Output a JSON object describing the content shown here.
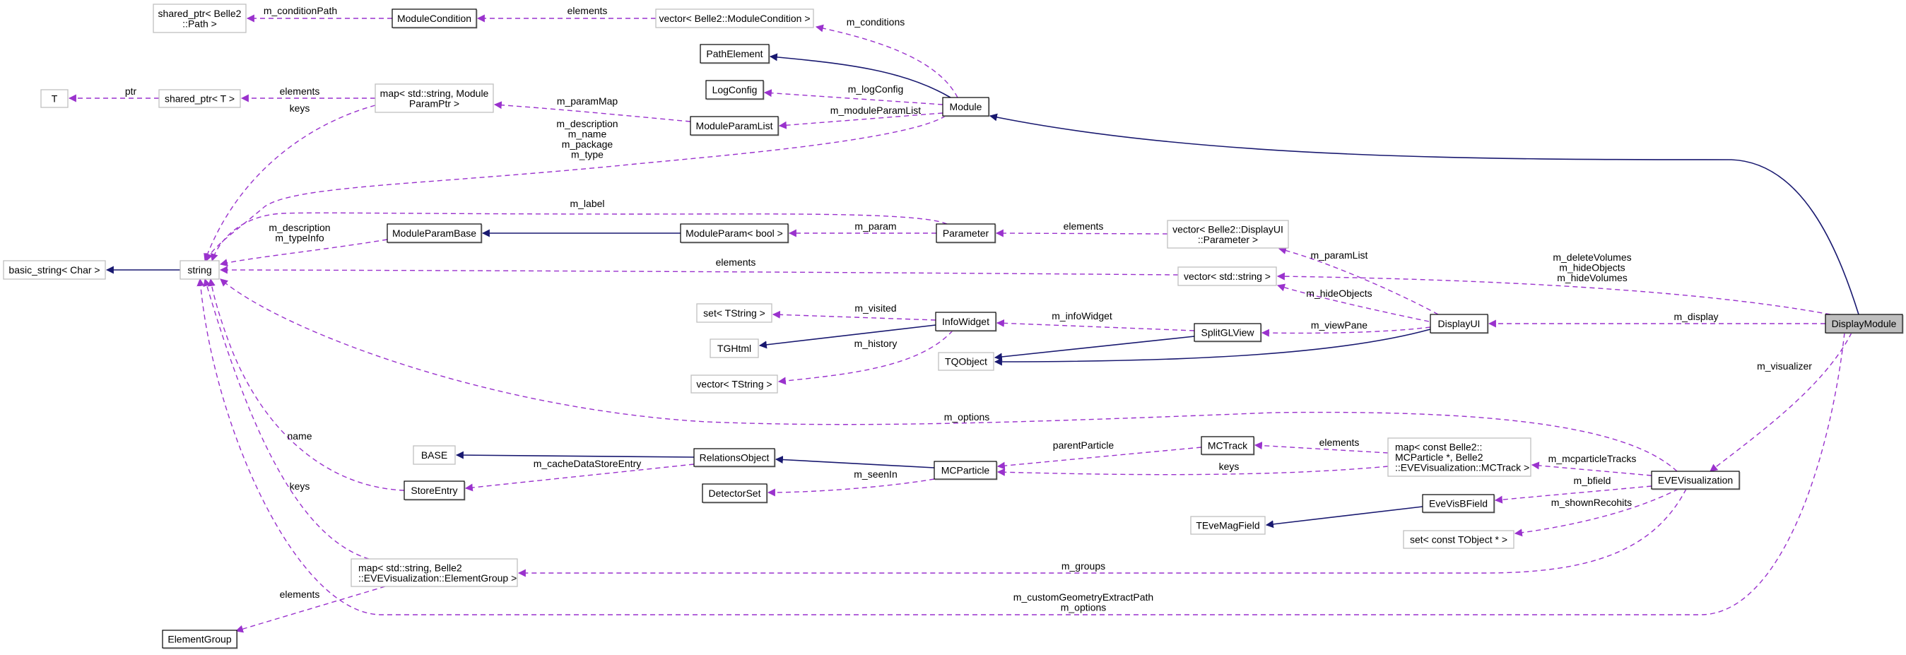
{
  "colors": {
    "usage": "#9a32cd",
    "inherit": "#191970",
    "documented_border": "#000000",
    "external_border": "#bfbfbf",
    "focus_fill": "#bfbfbf"
  },
  "nodes": [
    {
      "id": "shared_ptr_path",
      "lines": [
        "shared_ptr< Belle2",
        "::Path >"
      ],
      "style": "external"
    },
    {
      "id": "module_condition",
      "lines": [
        "ModuleCondition"
      ],
      "style": "documented"
    },
    {
      "id": "vector_module_condition",
      "lines": [
        "vector< Belle2::ModuleCondition >"
      ],
      "style": "external"
    },
    {
      "id": "path_element",
      "lines": [
        "PathElement"
      ],
      "style": "documented"
    },
    {
      "id": "log_config",
      "lines": [
        "LogConfig"
      ],
      "style": "documented"
    },
    {
      "id": "module",
      "lines": [
        "Module"
      ],
      "style": "documented"
    },
    {
      "id": "t",
      "lines": [
        "T"
      ],
      "style": "external"
    },
    {
      "id": "shared_ptr_t",
      "lines": [
        "shared_ptr< T >"
      ],
      "style": "external"
    },
    {
      "id": "map_param",
      "lines": [
        "map< std::string, Module",
        "ParamPtr >"
      ],
      "style": "external"
    },
    {
      "id": "module_param_list",
      "lines": [
        "ModuleParamList"
      ],
      "style": "documented"
    },
    {
      "id": "module_param_base",
      "lines": [
        "ModuleParamBase"
      ],
      "style": "documented"
    },
    {
      "id": "module_param_bool",
      "lines": [
        "ModuleParam< bool >"
      ],
      "style": "documented"
    },
    {
      "id": "parameter",
      "lines": [
        "Parameter"
      ],
      "style": "documented"
    },
    {
      "id": "vector_displayui_parameter",
      "lines": [
        "vector< Belle2::DisplayUI",
        "::Parameter >"
      ],
      "style": "external"
    },
    {
      "id": "basic_string",
      "lines": [
        "basic_string< Char >"
      ],
      "style": "external"
    },
    {
      "id": "string",
      "lines": [
        "string"
      ],
      "style": "external"
    },
    {
      "id": "vector_string",
      "lines": [
        "vector< std::string >"
      ],
      "style": "external"
    },
    {
      "id": "set_tstring",
      "lines": [
        "set< TString >"
      ],
      "style": "external"
    },
    {
      "id": "info_widget",
      "lines": [
        "InfoWidget"
      ],
      "style": "documented"
    },
    {
      "id": "split_gl_view",
      "lines": [
        "SplitGLView"
      ],
      "style": "documented"
    },
    {
      "id": "display_ui",
      "lines": [
        "DisplayUI"
      ],
      "style": "documented"
    },
    {
      "id": "display_module",
      "lines": [
        "DisplayModule"
      ],
      "style": "focus"
    },
    {
      "id": "tghtml",
      "lines": [
        "TGHtml"
      ],
      "style": "external"
    },
    {
      "id": "tqobject",
      "lines": [
        "TQObject"
      ],
      "style": "external"
    },
    {
      "id": "vector_tstring",
      "lines": [
        "vector< TString >"
      ],
      "style": "external"
    },
    {
      "id": "mctrack",
      "lines": [
        "MCTrack"
      ],
      "style": "documented"
    },
    {
      "id": "map_mcparticle",
      "lines": [
        "map< const Belle2::",
        "MCParticle *, Belle2",
        "::EVEVisualization::MCTrack >"
      ],
      "style": "external",
      "align": "left"
    },
    {
      "id": "base",
      "lines": [
        "BASE"
      ],
      "style": "external"
    },
    {
      "id": "relations_object",
      "lines": [
        "RelationsObject"
      ],
      "style": "documented"
    },
    {
      "id": "mcparticle",
      "lines": [
        "MCParticle"
      ],
      "style": "documented"
    },
    {
      "id": "detector_set",
      "lines": [
        "DetectorSet"
      ],
      "style": "documented"
    },
    {
      "id": "store_entry",
      "lines": [
        "StoreEntry"
      ],
      "style": "documented"
    },
    {
      "id": "eve_visualization",
      "lines": [
        "EVEVisualization"
      ],
      "style": "documented"
    },
    {
      "id": "eve_vis_bfield",
      "lines": [
        "EveVisBField"
      ],
      "style": "documented"
    },
    {
      "id": "teve_mag_field",
      "lines": [
        "TEveMagField"
      ],
      "style": "external"
    },
    {
      "id": "set_tobject",
      "lines": [
        "set< const TObject * >"
      ],
      "style": "external"
    },
    {
      "id": "map_element_group",
      "lines": [
        "map< std::string, Belle2",
        "::EVEVisualization::ElementGroup >"
      ],
      "style": "external",
      "align": "left"
    },
    {
      "id": "element_group",
      "lines": [
        "ElementGroup"
      ],
      "style": "documented"
    }
  ],
  "edges": [
    {
      "from": "module_condition",
      "to": "shared_ptr_path",
      "kind": "usage",
      "label": [
        "m_conditionPath"
      ]
    },
    {
      "from": "vector_module_condition",
      "to": "module_condition",
      "kind": "usage",
      "label": [
        "elements"
      ]
    },
    {
      "from": "module",
      "to": "vector_module_condition",
      "kind": "usage",
      "label": [
        "m_conditions"
      ]
    },
    {
      "from": "module",
      "to": "path_element",
      "kind": "inherit",
      "label": []
    },
    {
      "from": "module",
      "to": "log_config",
      "kind": "usage",
      "label": [
        "m_logConfig"
      ]
    },
    {
      "from": "module",
      "to": "module_param_list",
      "kind": "usage",
      "label": [
        "m_moduleParamList"
      ]
    },
    {
      "from": "module",
      "to": "string",
      "kind": "usage",
      "label": [
        "m_description",
        "m_name",
        "m_package",
        "m_type"
      ]
    },
    {
      "from": "module_param_list",
      "to": "map_param",
      "kind": "usage",
      "label": [
        "m_paramMap"
      ]
    },
    {
      "from": "map_param",
      "to": "shared_ptr_t",
      "kind": "usage",
      "label": [
        "elements"
      ]
    },
    {
      "from": "shared_ptr_t",
      "to": "t",
      "kind": "usage",
      "label": [
        "ptr"
      ]
    },
    {
      "from": "map_param",
      "to": "string",
      "kind": "usage",
      "label": [
        "keys"
      ]
    },
    {
      "from": "parameter",
      "to": "string",
      "kind": "usage",
      "label": [
        "m_label"
      ]
    },
    {
      "from": "module_param_base",
      "to": "string",
      "kind": "usage",
      "label": [
        "m_description",
        "m_typeInfo"
      ]
    },
    {
      "from": "module_param_bool",
      "to": "module_param_base",
      "kind": "inherit",
      "label": []
    },
    {
      "from": "parameter",
      "to": "module_param_bool",
      "kind": "usage",
      "label": [
        "m_param"
      ]
    },
    {
      "from": "vector_displayui_parameter",
      "to": "parameter",
      "kind": "usage",
      "label": [
        "elements"
      ]
    },
    {
      "from": "string",
      "to": "basic_string",
      "kind": "inherit",
      "label": []
    },
    {
      "from": "vector_string",
      "to": "string",
      "kind": "usage",
      "label": [
        "elements"
      ]
    },
    {
      "from": "display_ui",
      "to": "vector_displayui_parameter",
      "kind": "usage",
      "label": [
        "m_paramList"
      ]
    },
    {
      "from": "display_ui",
      "to": "vector_string",
      "kind": "usage",
      "label": [
        "m_hideObjects"
      ]
    },
    {
      "from": "display_module",
      "to": "vector_string",
      "kind": "usage",
      "label": [
        "m_deleteVolumes",
        "m_hideObjects",
        "m_hideVolumes"
      ]
    },
    {
      "from": "display_module",
      "to": "display_ui",
      "kind": "usage",
      "label": [
        "m_display"
      ]
    },
    {
      "from": "display_ui",
      "to": "split_gl_view",
      "kind": "usage",
      "label": [
        "m_viewPane"
      ]
    },
    {
      "from": "display_ui",
      "to": "tqobject",
      "kind": "inherit",
      "label": []
    },
    {
      "from": "split_gl_view",
      "to": "tqobject",
      "kind": "inherit",
      "label": []
    },
    {
      "from": "display_module",
      "to": "module",
      "kind": "inherit",
      "label": []
    },
    {
      "from": "split_gl_view",
      "to": "info_widget",
      "kind": "usage",
      "label": [
        "m_infoWidget"
      ]
    },
    {
      "from": "info_widget",
      "to": "set_tstring",
      "kind": "usage",
      "label": [
        "m_visited"
      ]
    },
    {
      "from": "info_widget",
      "to": "tghtml",
      "kind": "inherit",
      "label": []
    },
    {
      "from": "info_widget",
      "to": "vector_tstring",
      "kind": "usage",
      "label": [
        "m_history"
      ]
    },
    {
      "from": "display_module",
      "to": "eve_visualization",
      "kind": "usage",
      "label": [
        "m_visualizer"
      ]
    },
    {
      "from": "eve_visualization",
      "to": "string",
      "kind": "usage",
      "label": [
        "m_options"
      ]
    },
    {
      "from": "eve_visualization",
      "to": "map_mcparticle",
      "kind": "usage",
      "label": [
        "m_mcparticleTracks"
      ]
    },
    {
      "from": "map_mcparticle",
      "to": "mctrack",
      "kind": "usage",
      "label": [
        "elements"
      ]
    },
    {
      "from": "map_mcparticle",
      "to": "mcparticle",
      "kind": "usage",
      "label": [
        "keys"
      ]
    },
    {
      "from": "mctrack",
      "to": "mcparticle",
      "kind": "usage",
      "label": [
        "parentParticle"
      ]
    },
    {
      "from": "mcparticle",
      "to": "relations_object",
      "kind": "inherit",
      "label": []
    },
    {
      "from": "mcparticle",
      "to": "detector_set",
      "kind": "usage",
      "label": [
        "m_seenIn"
      ]
    },
    {
      "from": "relations_object",
      "to": "base",
      "kind": "inherit",
      "label": []
    },
    {
      "from": "relations_object",
      "to": "store_entry",
      "kind": "usage",
      "label": [
        "m_cacheDataStoreEntry"
      ]
    },
    {
      "from": "store_entry",
      "to": "string",
      "kind": "usage",
      "label": [
        "name"
      ]
    },
    {
      "from": "eve_visualization",
      "to": "eve_vis_bfield",
      "kind": "usage",
      "label": [
        "m_bfield"
      ]
    },
    {
      "from": "eve_vis_bfield",
      "to": "teve_mag_field",
      "kind": "inherit",
      "label": []
    },
    {
      "from": "eve_visualization",
      "to": "set_tobject",
      "kind": "usage",
      "label": [
        "m_shownRecohits"
      ]
    },
    {
      "from": "eve_visualization",
      "to": "map_element_group",
      "kind": "usage",
      "label": [
        "m_groups"
      ]
    },
    {
      "from": "map_element_group",
      "to": "string",
      "kind": "usage",
      "label": [
        "keys"
      ]
    },
    {
      "from": "map_element_group",
      "to": "element_group",
      "kind": "usage",
      "label": [
        "elements"
      ]
    },
    {
      "from": "display_module",
      "to": "string",
      "kind": "usage",
      "label": [
        "m_customGeometryExtractPath",
        "m_options"
      ]
    }
  ]
}
